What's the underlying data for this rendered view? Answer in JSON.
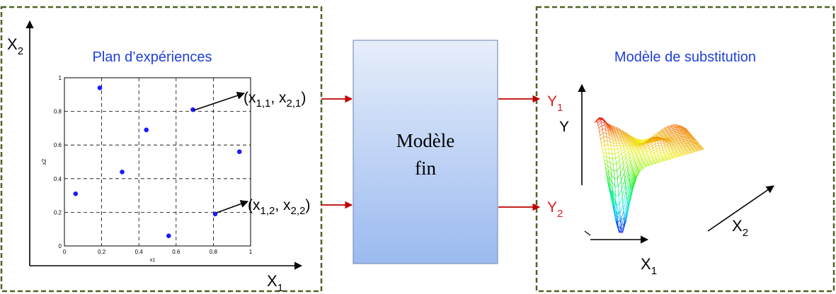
{
  "left_panel": {
    "title": "Plan d’expériences",
    "outer_axes": {
      "x_main": "X",
      "x_sub": "1",
      "y_main": "X",
      "y_sub": "2"
    },
    "annotations": [
      {
        "pre": "(x",
        "a": "1,1",
        "mid": ", x",
        "b": "2,1",
        "post": ")"
      },
      {
        "pre": "(x",
        "a": "1,2",
        "mid": ", x",
        "b": "2,2",
        "post": ")"
      }
    ]
  },
  "model_box": {
    "line1": "Modèle",
    "line2": "fin"
  },
  "outputs": [
    {
      "main": "Y",
      "sub": "1"
    },
    {
      "main": "Y",
      "sub": "2"
    }
  ],
  "right_panel": {
    "title": "Modèle de substitution",
    "axis_y": "Y",
    "axis_x1": {
      "main": "X",
      "sub": "1"
    },
    "axis_x2": {
      "main": "X",
      "sub": "2"
    }
  },
  "chart_data": {
    "type": "scatter",
    "xlabel": "x1",
    "ylabel": "x2",
    "xlim": [
      0,
      1
    ],
    "ylim": [
      0,
      1
    ],
    "grid": true,
    "x_ticks": [
      "0",
      "0.2",
      "0.4",
      "0.6",
      "0.8",
      "1"
    ],
    "y_ticks": [
      "0",
      "0.2",
      "0.4",
      "0.6",
      "0.8",
      "1"
    ],
    "x": [
      0.06,
      0.19,
      0.31,
      0.44,
      0.56,
      0.69,
      0.81,
      0.94
    ],
    "y": [
      0.31,
      0.94,
      0.44,
      0.69,
      0.06,
      0.81,
      0.19,
      0.56
    ],
    "point_color": "#1a1aff"
  },
  "colors": {
    "frame": "#4f6228",
    "arrow_red": "#c00000",
    "title_blue": "#1f3fdc",
    "output_red": "#e02020",
    "box_top": "#e6eefa",
    "box_bottom": "#9bbaf0"
  }
}
